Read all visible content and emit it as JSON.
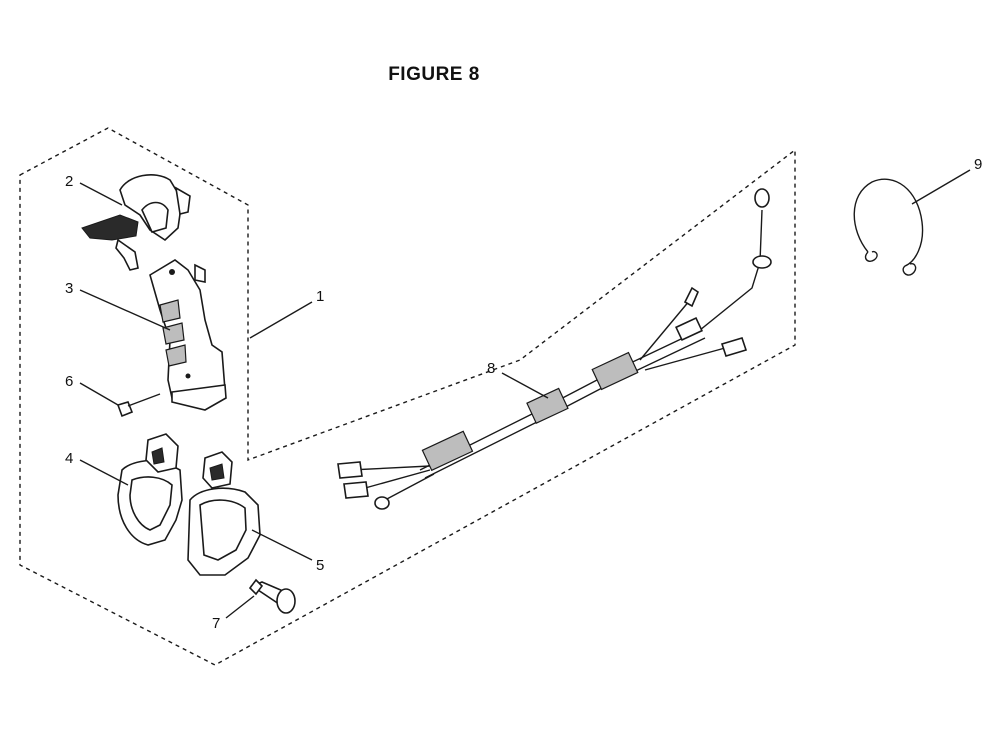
{
  "figure": {
    "title": "FIGURE 8"
  },
  "callouts": [
    {
      "id": "1",
      "label": "1"
    },
    {
      "id": "2",
      "label": "2"
    },
    {
      "id": "3",
      "label": "3"
    },
    {
      "id": "4",
      "label": "4"
    },
    {
      "id": "5",
      "label": "5"
    },
    {
      "id": "6",
      "label": "6"
    },
    {
      "id": "7",
      "label": "7"
    },
    {
      "id": "8",
      "label": "8"
    },
    {
      "id": "9",
      "label": "9"
    }
  ],
  "colors": {
    "line": "#1a1a1a",
    "background": "#ffffff"
  }
}
